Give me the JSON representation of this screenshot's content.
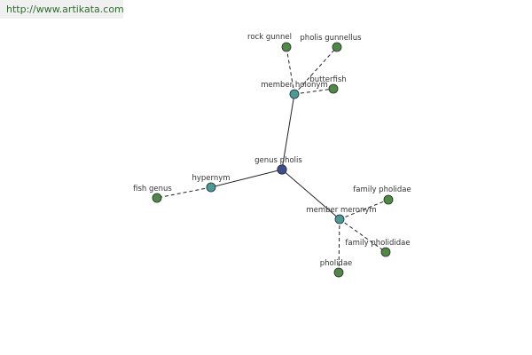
{
  "source": {
    "url_text": "http://www.artikata.com",
    "background_color": "#f0f0f0",
    "text_color": "#2f6b2f"
  },
  "colors": {
    "root_node": "#3a4f8c",
    "relation_node": "#4a9a9a",
    "leaf_node": "#4e8a46"
  },
  "graph": {
    "nodes": [
      {
        "id": "root",
        "label": "genus pholis",
        "kind": "root"
      },
      {
        "id": "member-holonym",
        "label": "member holonym",
        "kind": "relation"
      },
      {
        "id": "hypernym",
        "label": "hypernym",
        "kind": "relation"
      },
      {
        "id": "member-meronym",
        "label": "member meronym",
        "kind": "relation"
      },
      {
        "id": "rock-gunnel",
        "label": "rock gunnel",
        "kind": "leaf"
      },
      {
        "id": "pholis-gunnellus",
        "label": "pholis gunnellus",
        "kind": "leaf"
      },
      {
        "id": "butterfish",
        "label": "butterfish",
        "kind": "leaf"
      },
      {
        "id": "fish-genus",
        "label": "fish genus",
        "kind": "leaf"
      },
      {
        "id": "family-pholidae",
        "label": "family pholidae",
        "kind": "leaf"
      },
      {
        "id": "family-pholididae",
        "label": "family pholididae",
        "kind": "leaf"
      },
      {
        "id": "pholidae",
        "label": "pholidae",
        "kind": "leaf"
      }
    ],
    "edges": [
      {
        "from": "root",
        "to": "member-holonym",
        "style": "solid"
      },
      {
        "from": "root",
        "to": "hypernym",
        "style": "solid"
      },
      {
        "from": "root",
        "to": "member-meronym",
        "style": "solid"
      },
      {
        "from": "member-holonym",
        "to": "rock-gunnel",
        "style": "dashed"
      },
      {
        "from": "member-holonym",
        "to": "pholis-gunnellus",
        "style": "dashed"
      },
      {
        "from": "member-holonym",
        "to": "butterfish",
        "style": "dashed"
      },
      {
        "from": "hypernym",
        "to": "fish-genus",
        "style": "dashed"
      },
      {
        "from": "member-meronym",
        "to": "family-pholidae",
        "style": "dashed"
      },
      {
        "from": "member-meronym",
        "to": "family-pholididae",
        "style": "dashed"
      },
      {
        "from": "member-meronym",
        "to": "pholidae",
        "style": "dashed"
      }
    ]
  }
}
